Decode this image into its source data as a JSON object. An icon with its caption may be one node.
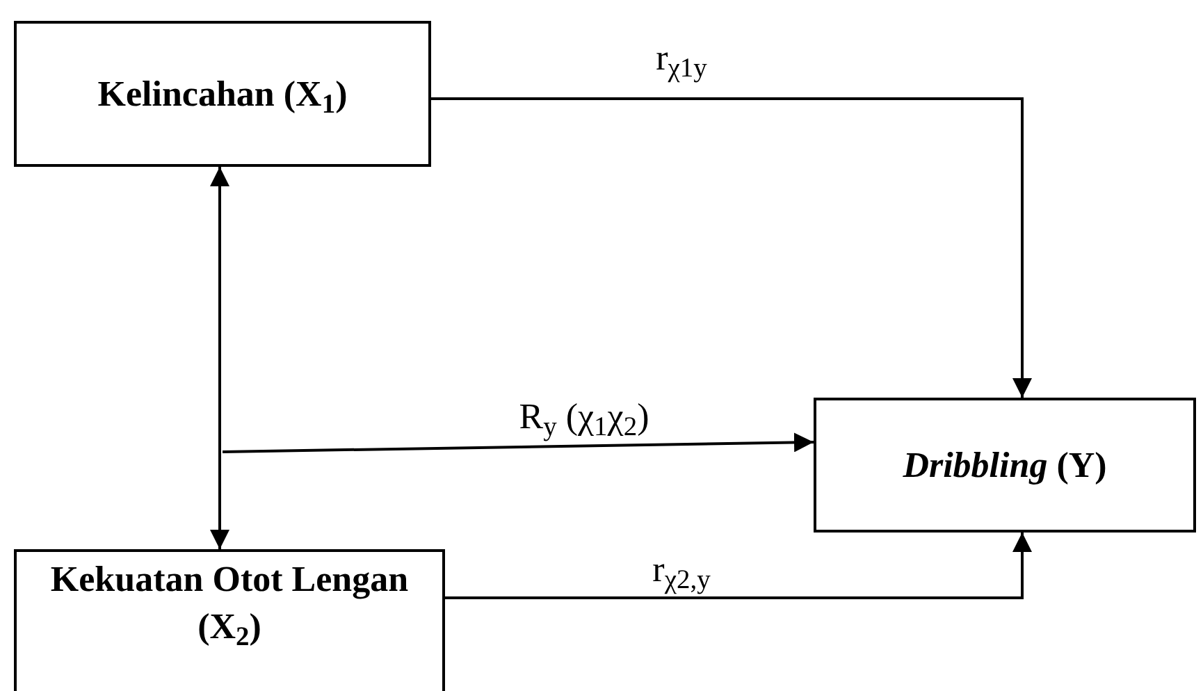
{
  "diagram": {
    "nodes": [
      {
        "text": [
          "Kelincahan (X$_{1}$)"
        ]
      },
      {
        "text": [
          "*Dribbling* (Y)"
        ]
      },
      {
        "text": [
          "Kekuatan Otot Lengan (X$_{2}$)"
        ]
      }
    ],
    "edges": [
      {
        "from": 0,
        "to": 1,
        "arrow": "to",
        "label": "r$_{χ1y}$"
      },
      {
        "from": 0,
        "to": 2,
        "arrow": "both"
      },
      {
        "from": null,
        "to": 1,
        "arrow": "to",
        "label": "R$_{y}$ (χ$_{1}$χ$_{2}$)"
      },
      {
        "from": 2,
        "to": 1,
        "arrow": "to",
        "label": "r$_{χ2,y}$"
      }
    ]
  }
}
